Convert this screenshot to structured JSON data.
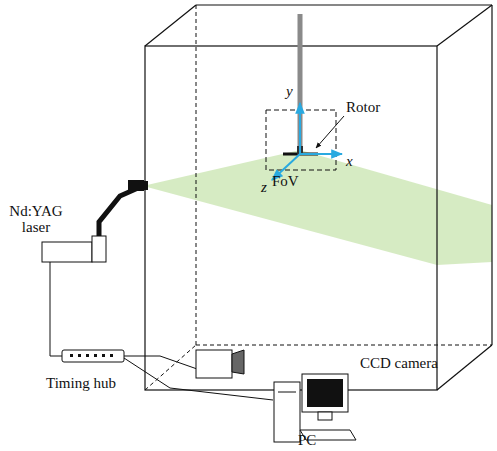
{
  "diagram": {
    "labels": [
      "y",
      "Rotor",
      "z",
      "x",
      "FoV",
      "Nd:YAG laser",
      "CCD camera",
      "Timing hub",
      "PC"
    ]
  }
}
